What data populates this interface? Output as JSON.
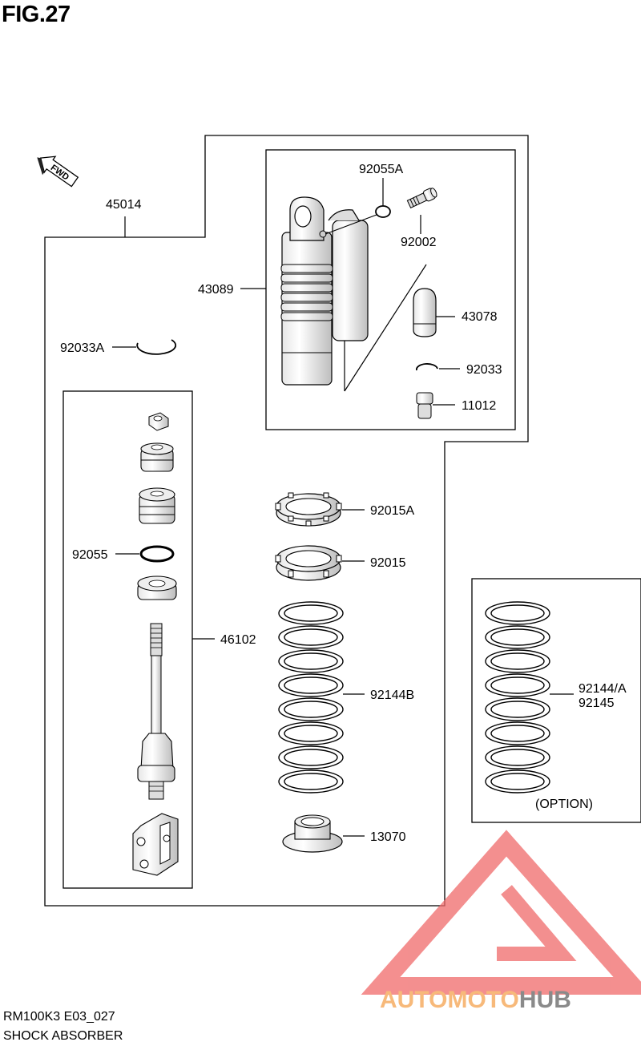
{
  "figure": {
    "title": "FIG.27",
    "code": "RM100K3 E03_027",
    "name": "SHOCK ABSORBER"
  },
  "fwd_label": "FWD",
  "parts": {
    "p45014": "45014",
    "p92055A": "92055A",
    "p92002": "92002",
    "p43089": "43089",
    "p43078": "43078",
    "p92033A": "92033A",
    "p92033": "92033",
    "p11012": "11012",
    "p92015A": "92015A",
    "p92015": "92015",
    "p92055": "92055",
    "p46102": "46102",
    "p92144B": "92144B",
    "p92144A": "92144/A",
    "p92145": "92145",
    "p13070": "13070",
    "option": "(OPTION)"
  },
  "watermark": {
    "word_a": "AUTOMOTO",
    "word_b": "HUB",
    "color_a": "#f7b97a",
    "color_b": "#8a8a8a",
    "logo_color": "#f06a6a"
  }
}
